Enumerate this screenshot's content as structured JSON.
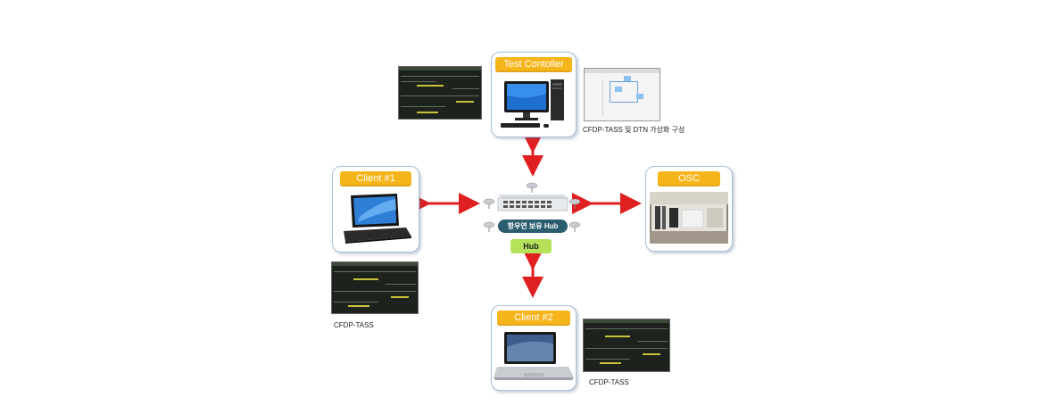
{
  "nodes": {
    "test_controller": {
      "label": "Test Contoller",
      "caption": "CFDP-TASS 및 DTN 가상화 구성"
    },
    "client1": {
      "label": "Client #1",
      "caption": "CFDP-TASS"
    },
    "client2": {
      "label": "Client #2",
      "caption": "CFDP-TASS"
    },
    "osc": {
      "label": "OSC"
    },
    "hub": {
      "label": "Hub",
      "device_label": "항우연 보유 Hub"
    }
  },
  "colors": {
    "label_bg": "#f7b51c",
    "hub_tag": "#b6e25a",
    "arrow": "#e02020",
    "card_border": "#a9bfd9"
  },
  "icons": [
    "desktop-computer",
    "laptop",
    "macbook",
    "network-switch",
    "network-node",
    "osc-rack"
  ]
}
